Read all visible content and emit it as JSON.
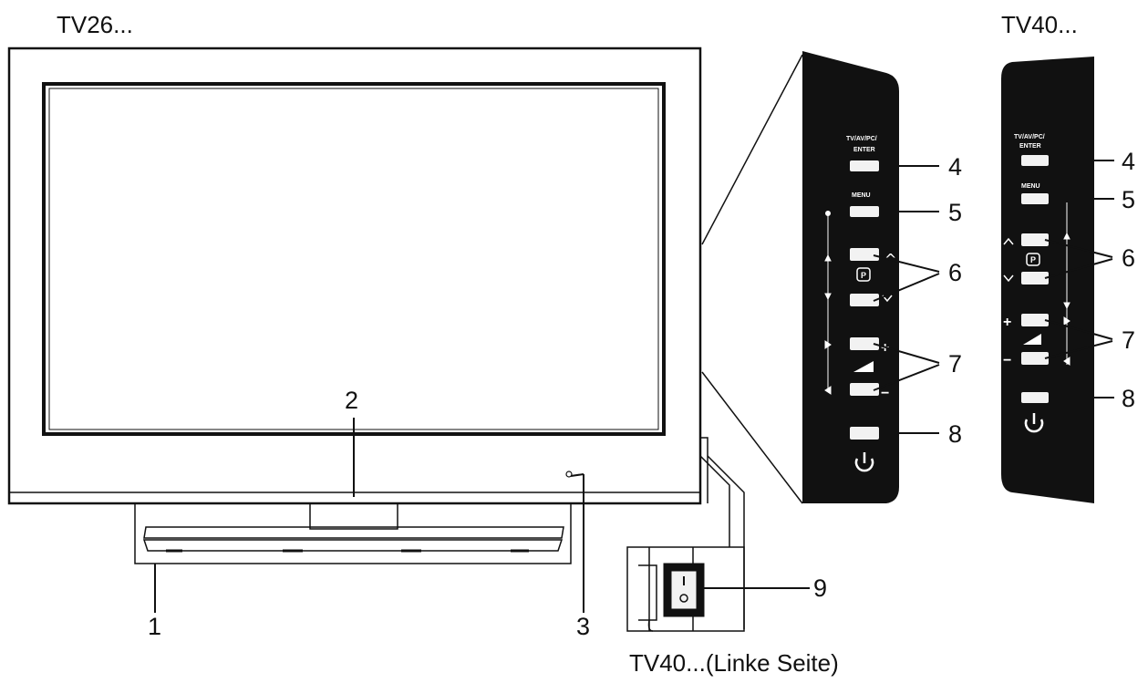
{
  "titles": {
    "left": "TV26...",
    "right": "TV40...",
    "bottom": "TV40...(Linke Seite)"
  },
  "callouts": {
    "stand": "1",
    "screen": "2",
    "indicator": "3",
    "source_enter": "4",
    "menu": "5",
    "program": "6",
    "volume": "7",
    "power": "8",
    "main_switch": "9"
  },
  "panel": {
    "source_label": "TV/AV/PC/ ENTER",
    "menu_label": "MENU",
    "program_glyph": "P",
    "power_glyph": "⏻",
    "plus": "+",
    "minus": "−",
    "up": "^",
    "down": "v"
  },
  "switch": {
    "on": "I",
    "off": "O"
  },
  "colors": {
    "line": "#111111",
    "panel": "#111111",
    "button": "#f2f2f2"
  }
}
